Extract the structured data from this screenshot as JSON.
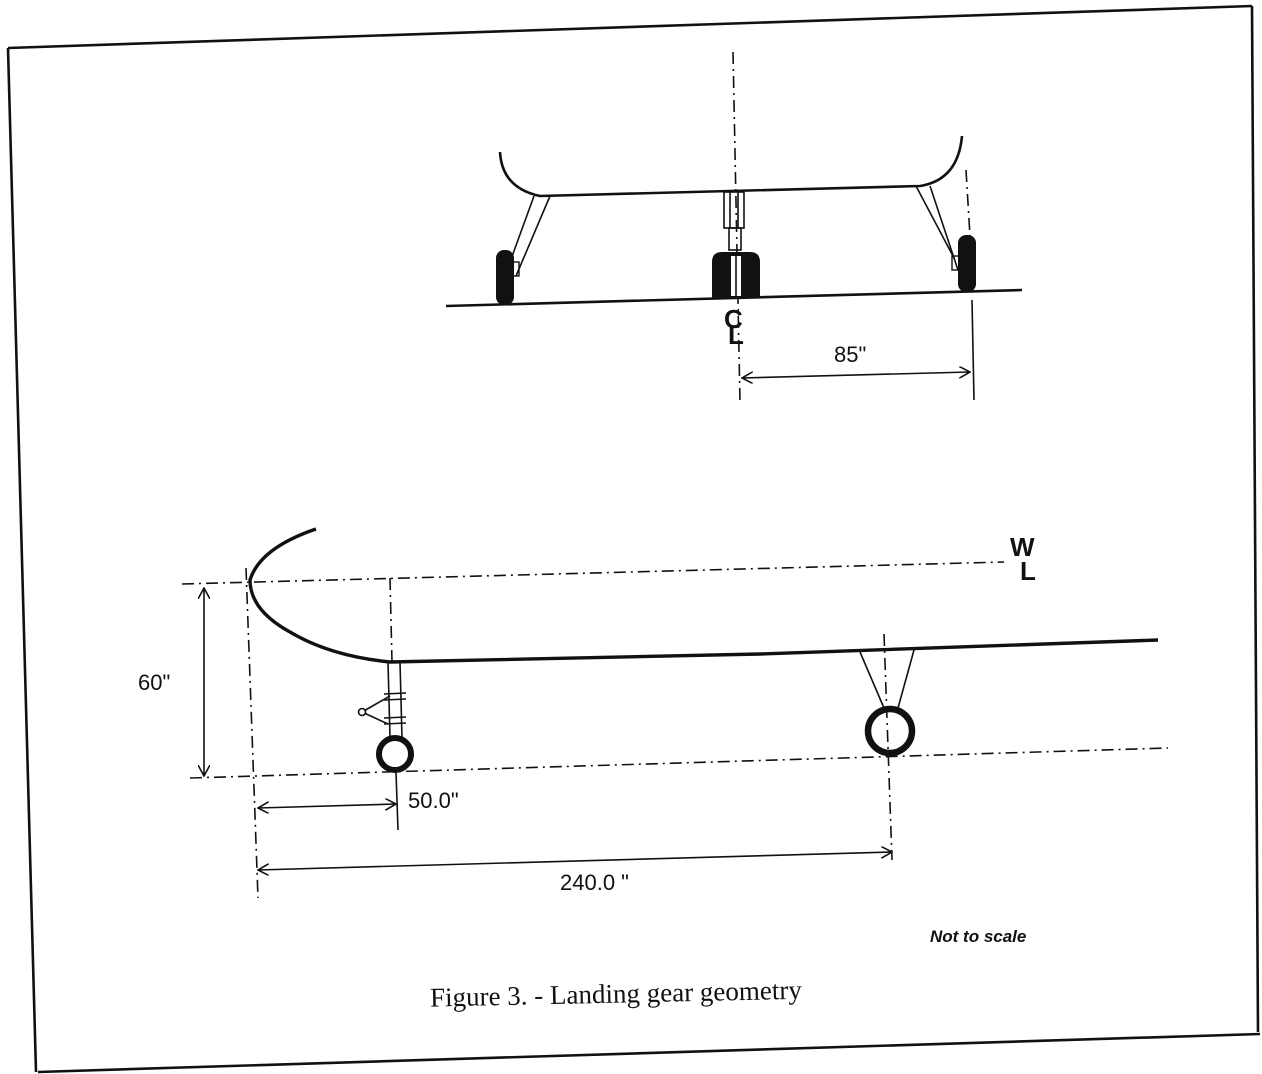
{
  "figure": {
    "caption": "Figure 3. - Landing gear geometry",
    "note": "Not to scale"
  },
  "front_view": {
    "centerline_symbol_top": "C",
    "centerline_symbol_bottom": "L",
    "track_dimension": "85\""
  },
  "side_view": {
    "waterline_symbol_top": "W",
    "waterline_symbol_bottom": "L",
    "height_dimension": "60\"",
    "nose_gear_dimension": "50.0\"",
    "main_gear_dimension": "240.0 \""
  }
}
